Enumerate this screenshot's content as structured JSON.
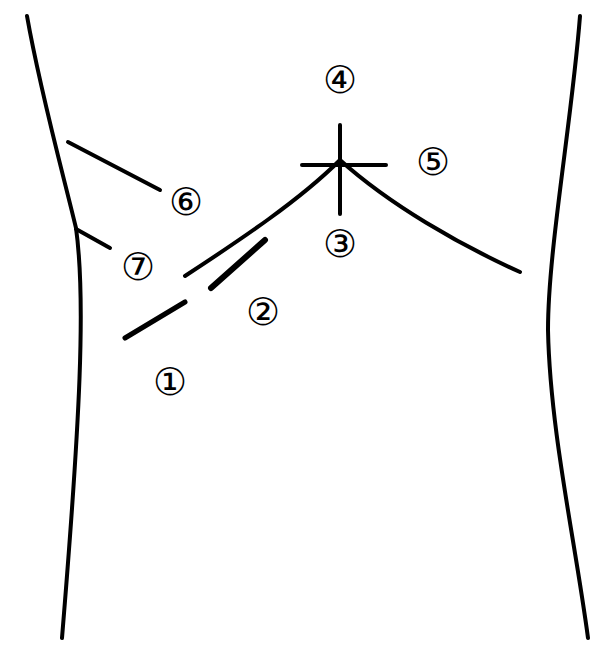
{
  "diagram": {
    "labels": [
      "④",
      "⑤",
      "⑥",
      "③",
      "⑦",
      "②",
      "①"
    ]
  }
}
